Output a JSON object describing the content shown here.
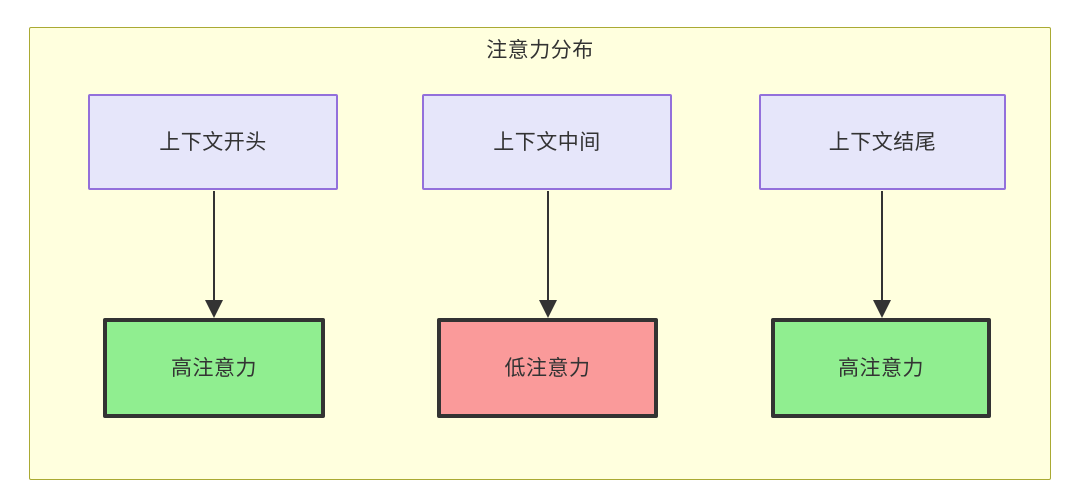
{
  "diagram": {
    "title": "注意力分布",
    "background_color": "#ffffde",
    "border_color": "#aaaa33",
    "nodes": [
      {
        "id": "ctx-start",
        "label": "上下文开头",
        "fill": "#e6e6fa",
        "stroke": "#9370db",
        "row": "top"
      },
      {
        "id": "ctx-middle",
        "label": "上下文中间",
        "fill": "#e6e6fa",
        "stroke": "#9370db",
        "row": "top"
      },
      {
        "id": "ctx-end",
        "label": "上下文结尾",
        "fill": "#e6e6fa",
        "stroke": "#9370db",
        "row": "top"
      },
      {
        "id": "attn-start",
        "label": "高注意力",
        "fill": "#90ee90",
        "stroke": "#333333",
        "row": "bottom"
      },
      {
        "id": "attn-middle",
        "label": "低注意力",
        "fill": "#fa9a9a",
        "stroke": "#333333",
        "row": "bottom"
      },
      {
        "id": "attn-end",
        "label": "高注意力",
        "fill": "#90ee90",
        "stroke": "#333333",
        "row": "bottom"
      }
    ],
    "edges": [
      {
        "from": "ctx-start",
        "to": "attn-start",
        "label": ""
      },
      {
        "from": "ctx-middle",
        "to": "attn-middle",
        "label": ""
      },
      {
        "from": "ctx-end",
        "to": "attn-end",
        "label": ""
      }
    ]
  }
}
